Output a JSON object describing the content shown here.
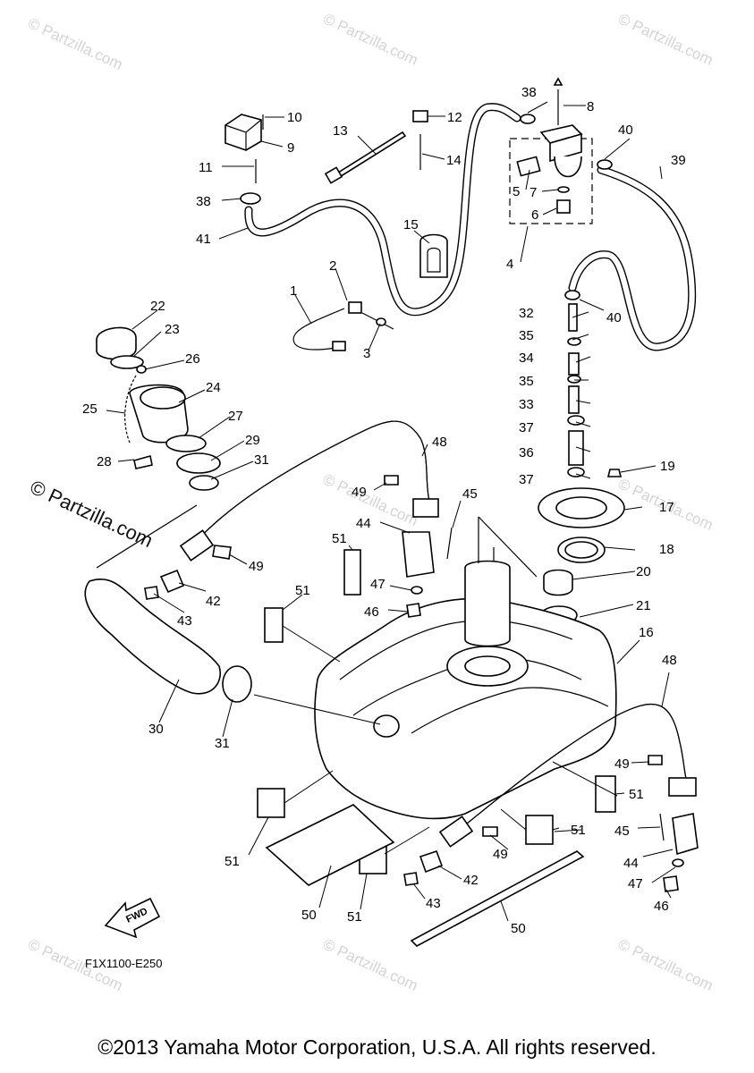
{
  "diagram": {
    "watermark_text": "© Partzilla.com",
    "fwd_arrow_label": "FWD",
    "drawing_code": "F1X1100-E250",
    "copyright": "©2013 Yamaha Motor Corporation, U.S.A. All rights reserved.",
    "part_labels": [
      "1",
      "2",
      "3",
      "4",
      "5",
      "6",
      "7",
      "8",
      "9",
      "10",
      "11",
      "12",
      "13",
      "14",
      "15",
      "16",
      "17",
      "18",
      "19",
      "20",
      "21",
      "22",
      "23",
      "24",
      "25",
      "26",
      "27",
      "28",
      "29",
      "30",
      "31",
      "31",
      "32",
      "33",
      "34",
      "35",
      "35",
      "36",
      "37",
      "37",
      "38",
      "38",
      "39",
      "40",
      "40",
      "41",
      "42",
      "42",
      "43",
      "43",
      "44",
      "44",
      "45",
      "45",
      "46",
      "46",
      "47",
      "47",
      "48",
      "48",
      "49",
      "49",
      "49",
      "49",
      "50",
      "50",
      "51",
      "51",
      "51",
      "51",
      "51",
      "51"
    ]
  }
}
